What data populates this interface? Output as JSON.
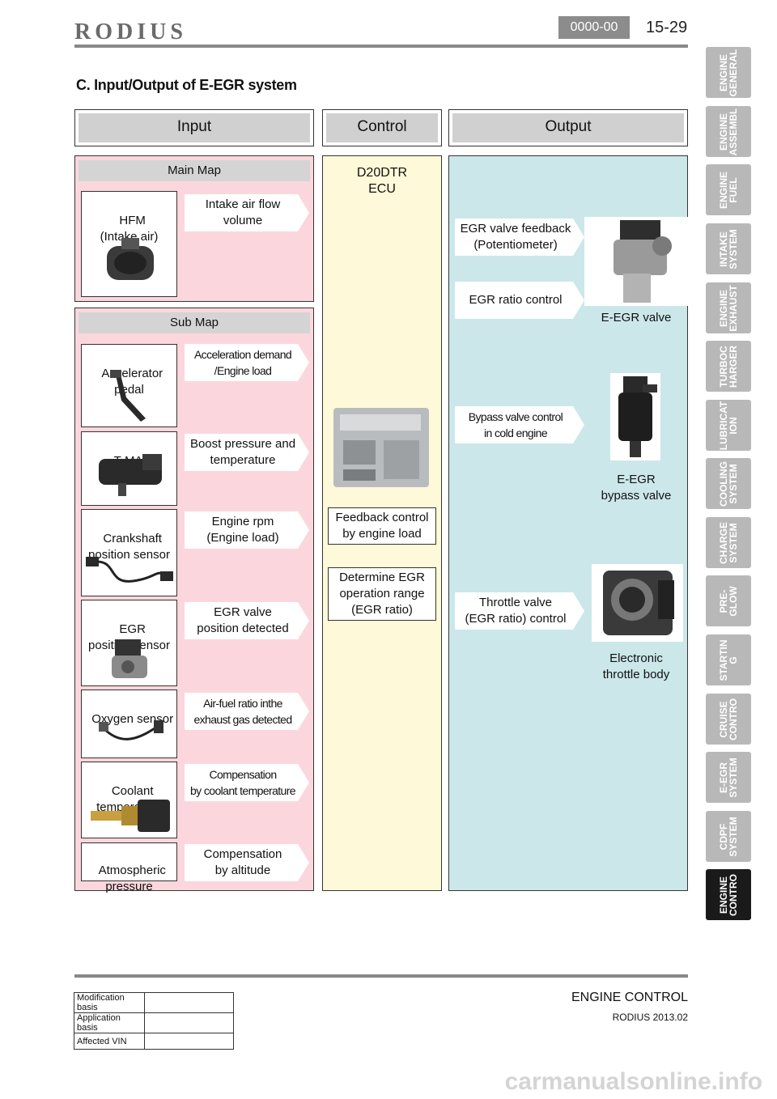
{
  "header": {
    "logo": "RODIUS",
    "code": "0000-00",
    "page": "15-29"
  },
  "heading": "C. Input/Output of E-EGR system",
  "columns": {
    "input": "Input",
    "control": "Control",
    "output": "Output"
  },
  "main_map": {
    "label": "Main Map",
    "sensor": "HFM\n(Intake air)",
    "signal": "Intake air flow\nvolume"
  },
  "sub_map": {
    "label": "Sub Map",
    "items": [
      {
        "sensor": "Accelerator\npedal",
        "signal": "Acceleration demand\n/Engine load"
      },
      {
        "sensor": "T-MAP",
        "signal": "Boost pressure and\ntemperature"
      },
      {
        "sensor": "Crankshaft\nposition sensor",
        "signal": "Engine rpm\n(Engine load)"
      },
      {
        "sensor": "EGR\nposition sensor",
        "signal": "EGR valve\nposition detected"
      },
      {
        "sensor": "Oxygen sensor",
        "signal": "Air-fuel ratio inthe\nexhaust gas detected"
      },
      {
        "sensor": "Coolant\ntemperature",
        "signal": "Compensation\nby coolant temperature"
      },
      {
        "sensor": "Atmospheric\npressure",
        "signal": "Compensation\nby altitude"
      }
    ]
  },
  "control": {
    "ecu": "D20DTR\nECU",
    "feedback": "Feedback control\nby engine load",
    "determine": "Determine EGR\noperation range\n(EGR ratio)"
  },
  "output": {
    "egr_feedback": "EGR valve feedback\n(Potentiometer)",
    "egr_ratio": "EGR ratio control",
    "egr_valve": "E-EGR valve",
    "bypass_control": "Bypass valve control\nin cold engine",
    "bypass_valve": "E-EGR\nbypass valve",
    "throttle_control": "Throttle valve\n(EGR ratio) control",
    "throttle_body": "Electronic\nthrottle body"
  },
  "side_tabs": [
    "ENGINE\nGENERAL",
    "ENGINE\nASSEMBL",
    "ENGINE\nFUEL",
    "INTAKE\nSYSTEM",
    "ENGINE\nEXHAUST",
    "TURBOC\nHARGER",
    "LUBRICAT\nION",
    "COOLING\nSYSTEM",
    "CHARGE\nSYSTEM",
    "PRE-\nGLOW",
    "STARTIN\nG",
    "CRUISE\nCONTRO",
    "E-EGR\nSYSTEM",
    "CDPF\nSYSTEM",
    "ENGINE\nCONTRO"
  ],
  "footer": {
    "title": "ENGINE CONTROL",
    "sub": "RODIUS 2013.02",
    "rows": [
      "Modification basis",
      "Application basis",
      "Affected VIN"
    ],
    "watermark": "carmanualsonline.info"
  }
}
